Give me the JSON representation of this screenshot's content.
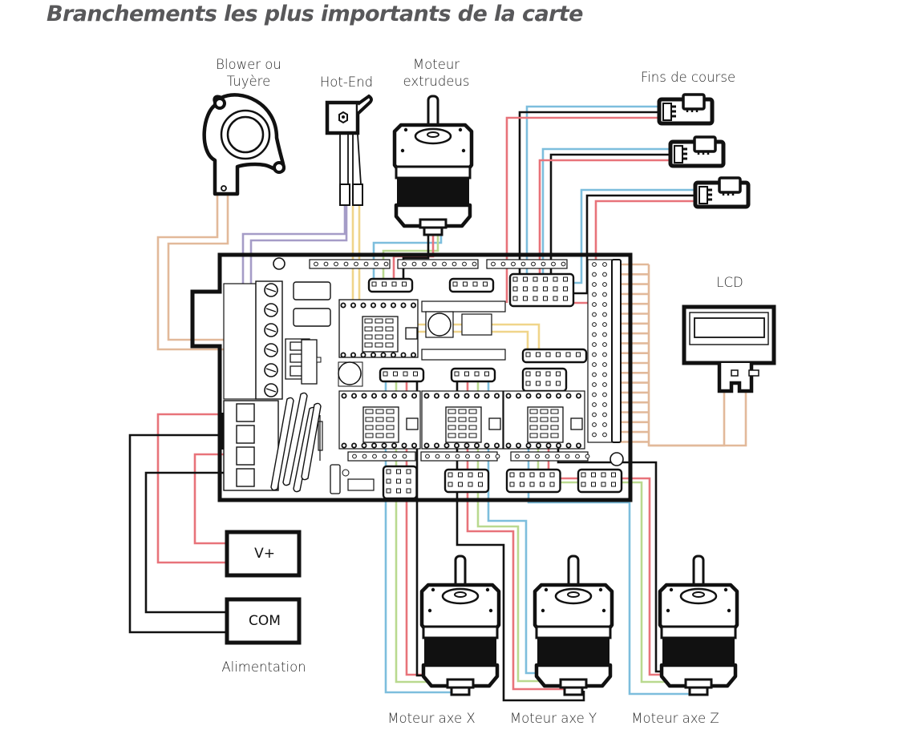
{
  "title": "Branchements les plus importants de la carte",
  "components": {
    "blower": {
      "label_line1": "Blower ou",
      "label_line2": "Tuyère"
    },
    "hotend": {
      "label": "Hot-End"
    },
    "extruder_motor": {
      "label_line1": "Moteur",
      "label_line2": "extrudeus"
    },
    "endstops": {
      "label": "Fins de course",
      "count": 3
    },
    "lcd": {
      "label": "LCD"
    },
    "power": {
      "label": "Alimentation",
      "vplus": "V+",
      "com": "COM"
    },
    "motor_x": {
      "label": "Moteur axe X"
    },
    "motor_y": {
      "label": "Moteur axe Y"
    },
    "motor_z": {
      "label": "Moteur axe Z"
    }
  },
  "wire_colors": {
    "red": "#e8737a",
    "black": "#111111",
    "blue": "#7dbedd",
    "green": "#b9d98f",
    "yellow": "#f0d58a",
    "purple": "#a59cc7",
    "tan": "#e2b99a"
  }
}
